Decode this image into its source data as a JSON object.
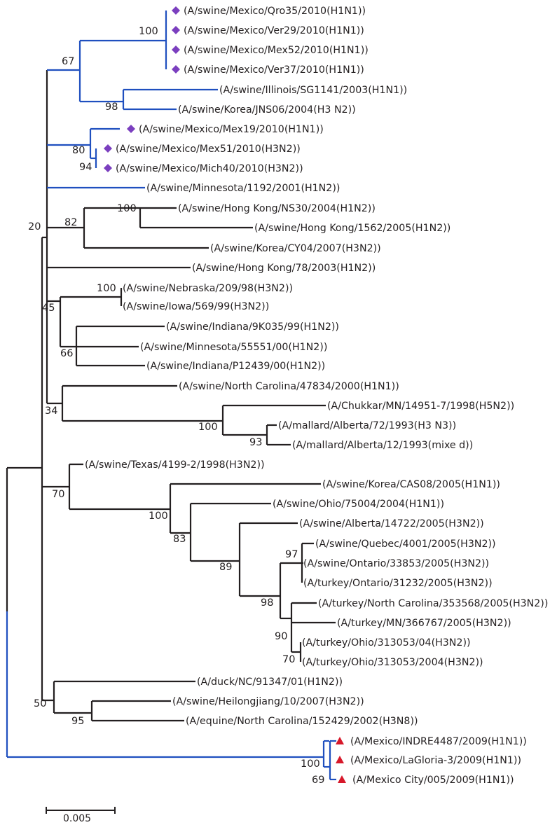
{
  "figure": {
    "type": "phylogenetic_tree",
    "colors": {
      "default_branch": "#231f20",
      "highlight_branch": "#1f4fbf",
      "marker_diamond": "#7b3fbf",
      "marker_triangle": "#d7182a"
    },
    "scale_bar": {
      "value": 0.005,
      "label": "0.005"
    },
    "taxa": [
      {
        "id": "t1",
        "label": "(A/swine/Mexico/Qro35/2010(H1N1))",
        "marker": "diamond"
      },
      {
        "id": "t2",
        "label": "(A/swine/Mexico/Ver29/2010(H1N1))",
        "marker": "diamond"
      },
      {
        "id": "t3",
        "label": "(A/swine/Mexico/Mex52/2010(H1N1))",
        "marker": "diamond"
      },
      {
        "id": "t4",
        "label": "(A/swine/Mexico/Ver37/2010(H1N1))",
        "marker": "diamond"
      },
      {
        "id": "t5",
        "label": "(A/swine/Illinois/SG1141/2003(H1N1))",
        "marker": ""
      },
      {
        "id": "t6",
        "label": "(A/swine/Korea/JNS06/2004(H3 N2))",
        "marker": ""
      },
      {
        "id": "t7",
        "label": "(A/swine/Mexico/Mex19/2010(H1N1))",
        "marker": "diamond"
      },
      {
        "id": "t8",
        "label": "(A/swine/Mexico/Mex51/2010(H3N2))",
        "marker": "diamond"
      },
      {
        "id": "t9",
        "label": "(A/swine/Mexico/Mich40/2010(H3N2))",
        "marker": "diamond"
      },
      {
        "id": "t10",
        "label": "(A/swine/Minnesota/1192/2001(H1N2))",
        "marker": ""
      },
      {
        "id": "t11",
        "label": "(A/swine/Hong Kong/NS30/2004(H1N2))",
        "marker": ""
      },
      {
        "id": "t12",
        "label": "(A/swine/Hong Kong/1562/2005(H1N2))",
        "marker": ""
      },
      {
        "id": "t13",
        "label": "(A/swine/Korea/CY04/2007(H3N2))",
        "marker": ""
      },
      {
        "id": "t14",
        "label": "(A/swine/Hong Kong/78/2003(H1N2))",
        "marker": ""
      },
      {
        "id": "t15",
        "label": "(A/swine/Nebraska/209/98(H3N2))",
        "marker": ""
      },
      {
        "id": "t16",
        "label": "(A/swine/Iowa/569/99(H3N2))",
        "marker": ""
      },
      {
        "id": "t17",
        "label": "(A/swine/Indiana/9K035/99(H1N2))",
        "marker": ""
      },
      {
        "id": "t18",
        "label": "(A/swine/Minnesota/55551/00(H1N2))",
        "marker": ""
      },
      {
        "id": "t19",
        "label": "(A/swine/Indiana/P12439/00(H1N2))",
        "marker": ""
      },
      {
        "id": "t20",
        "label": "(A/swine/North Carolina/47834/2000(H1N1))",
        "marker": ""
      },
      {
        "id": "t21",
        "label": "(A/Chukkar/MN/14951-7/1998(H5N2))",
        "marker": ""
      },
      {
        "id": "t22",
        "label": "(A/mallard/Alberta/72/1993(H3 N3))",
        "marker": ""
      },
      {
        "id": "t23",
        "label": "(A/mallard/Alberta/12/1993(mixe d))",
        "marker": ""
      },
      {
        "id": "t24",
        "label": "(A/swine/Texas/4199-2/1998(H3N2))",
        "marker": ""
      },
      {
        "id": "t25",
        "label": "(A/swine/Korea/CAS08/2005(H1N1))",
        "marker": ""
      },
      {
        "id": "t26",
        "label": "(A/swine/Ohio/75004/2004(H1N1))",
        "marker": ""
      },
      {
        "id": "t27",
        "label": "(A/swine/Alberta/14722/2005(H3N2))",
        "marker": ""
      },
      {
        "id": "t28",
        "label": "(A/swine/Quebec/4001/2005(H3N2))",
        "marker": ""
      },
      {
        "id": "t29",
        "label": "(A/swine/Ontario/33853/2005(H3N2))",
        "marker": ""
      },
      {
        "id": "t30",
        "label": "(A/turkey/Ontario/31232/2005(H3N2))",
        "marker": ""
      },
      {
        "id": "t31",
        "label": "(A/turkey/North Carolina/353568/2005(H3N2))",
        "marker": ""
      },
      {
        "id": "t32",
        "label": "(A/turkey/MN/366767/2005(H3N2))",
        "marker": ""
      },
      {
        "id": "t33",
        "label": "(A/turkey/Ohio/313053/04(H3N2))",
        "marker": ""
      },
      {
        "id": "t34",
        "label": "(A/turkey/Ohio/313053/2004(H3N2))",
        "marker": ""
      },
      {
        "id": "t35",
        "label": "(A/duck/NC/91347/01(H1N2))",
        "marker": ""
      },
      {
        "id": "t36",
        "label": "(A/swine/Heilongjiang/10/2007(H3N2))",
        "marker": ""
      },
      {
        "id": "t37",
        "label": "(A/equine/North Carolina/152429/2002(H3N8))",
        "marker": ""
      },
      {
        "id": "t38",
        "label": "(A/Mexico/INDRE4487/2009(H1N1))",
        "marker": "triangle"
      },
      {
        "id": "t39",
        "label": "(A/Mexico/LaGloria-3/2009(H1N1))",
        "marker": "triangle"
      },
      {
        "id": "t40",
        "label": "(A/Mexico City/005/2009(H1N1))",
        "marker": "triangle"
      }
    ],
    "bootstrap_values": [
      {
        "node": "n_mex4",
        "value": "100"
      },
      {
        "node": "n_67",
        "value": "67"
      },
      {
        "node": "n_98a",
        "value": "98"
      },
      {
        "node": "n_80",
        "value": "80"
      },
      {
        "node": "n_94",
        "value": "94"
      },
      {
        "node": "n_20",
        "value": "20"
      },
      {
        "node": "n_82",
        "value": "82"
      },
      {
        "node": "n_100hk",
        "value": "100"
      },
      {
        "node": "n_100neb",
        "value": "100"
      },
      {
        "node": "n_45",
        "value": "45"
      },
      {
        "node": "n_66",
        "value": "66"
      },
      {
        "node": "n_34",
        "value": "34"
      },
      {
        "node": "n_100chk",
        "value": "100"
      },
      {
        "node": "n_93",
        "value": "93"
      },
      {
        "node": "n_70a",
        "value": "70"
      },
      {
        "node": "n_100tx",
        "value": "100"
      },
      {
        "node": "n_83",
        "value": "83"
      },
      {
        "node": "n_89",
        "value": "89"
      },
      {
        "node": "n_97",
        "value": "97"
      },
      {
        "node": "n_98b",
        "value": "98"
      },
      {
        "node": "n_90",
        "value": "90"
      },
      {
        "node": "n_70b",
        "value": "70"
      },
      {
        "node": "n_50",
        "value": "50"
      },
      {
        "node": "n_95",
        "value": "95"
      },
      {
        "node": "n_100pdm",
        "value": "100"
      },
      {
        "node": "n_69",
        "value": "69"
      }
    ]
  }
}
